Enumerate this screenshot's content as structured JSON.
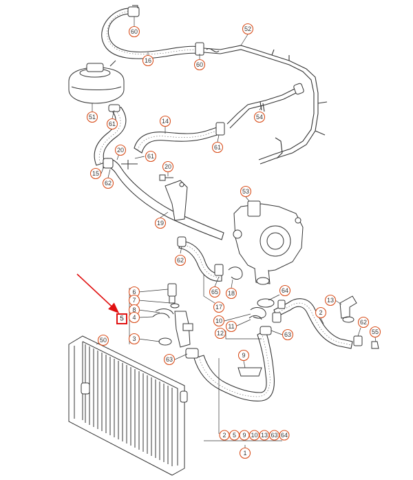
{
  "callouts": [
    {
      "id": "c60a",
      "label": "60"
    },
    {
      "id": "c52",
      "label": "52"
    },
    {
      "id": "c16",
      "label": "16"
    },
    {
      "id": "c60b",
      "label": "60"
    },
    {
      "id": "c51",
      "label": "51"
    },
    {
      "id": "c61a",
      "label": "61"
    },
    {
      "id": "c14",
      "label": "14"
    },
    {
      "id": "c54",
      "label": "54"
    },
    {
      "id": "c61b",
      "label": "61"
    },
    {
      "id": "c20a",
      "label": "20"
    },
    {
      "id": "c61c",
      "label": "61"
    },
    {
      "id": "c20b",
      "label": "20"
    },
    {
      "id": "c15",
      "label": "15"
    },
    {
      "id": "c62a",
      "label": "62"
    },
    {
      "id": "c53",
      "label": "53"
    },
    {
      "id": "c19",
      "label": "19"
    },
    {
      "id": "c62b",
      "label": "62"
    },
    {
      "id": "c6",
      "label": "6"
    },
    {
      "id": "c7",
      "label": "7"
    },
    {
      "id": "c8",
      "label": "8"
    },
    {
      "id": "c4",
      "label": "4"
    },
    {
      "id": "c3",
      "label": "3"
    },
    {
      "id": "c65",
      "label": "65"
    },
    {
      "id": "c18",
      "label": "18"
    },
    {
      "id": "c17",
      "label": "17"
    },
    {
      "id": "c64",
      "label": "64"
    },
    {
      "id": "c10",
      "label": "10"
    },
    {
      "id": "c11",
      "label": "11"
    },
    {
      "id": "c12",
      "label": "12"
    },
    {
      "id": "c63a",
      "label": "63"
    },
    {
      "id": "c13",
      "label": "13"
    },
    {
      "id": "c2",
      "label": "2"
    },
    {
      "id": "c62c",
      "label": "62"
    },
    {
      "id": "c55",
      "label": "55"
    },
    {
      "id": "c50",
      "label": "50"
    },
    {
      "id": "c63b",
      "label": "63"
    },
    {
      "id": "c9",
      "label": "9"
    },
    {
      "id": "c1",
      "label": "1"
    }
  ],
  "highlight": {
    "label": "5",
    "color": "#e01010"
  },
  "bottom_row": [
    "2",
    "5",
    "9",
    "10",
    "13",
    "63",
    "64"
  ],
  "colors": {
    "callout_ring": "#d9501e",
    "arrow": "#e01010",
    "line": "#333333"
  }
}
